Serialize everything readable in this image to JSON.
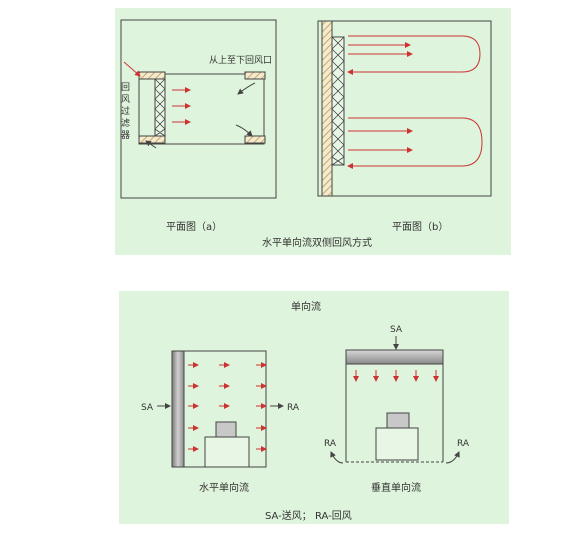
{
  "colors": {
    "panel_bg": "#dff4dc",
    "line": "#444444",
    "arrow": "#cc3333",
    "hatch": "#d9c27a",
    "sa_bar": "#9a9a9a"
  },
  "top": {
    "label_return_vent": "从上至下回风口",
    "label_filter_chars": [
      "回",
      "风",
      "过",
      "滤",
      "器"
    ],
    "caption_a": "平面图（a）",
    "caption_b": "平面图（b）",
    "title": "水平单向流双侧回风方式"
  },
  "bottom": {
    "title": "单向流",
    "sa": "SA",
    "ra": "RA",
    "caption_horizontal": "水平单向流",
    "caption_vertical": "垂直单向流",
    "legend": "SA-送风；  RA-回风"
  }
}
